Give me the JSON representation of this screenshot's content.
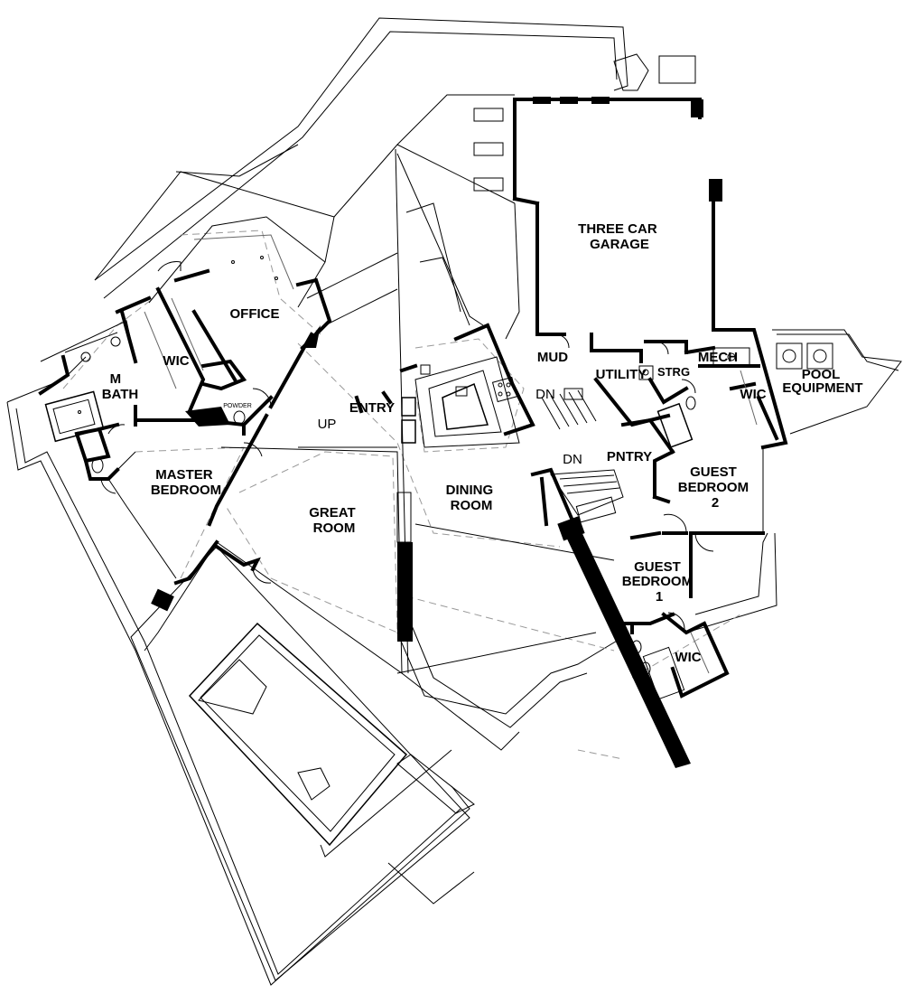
{
  "rooms": {
    "three_car_garage": [
      "THREE CAR",
      "GARAGE"
    ],
    "office": "OFFICE",
    "wic_master": "WIC",
    "m_bath": [
      "M",
      "BATH"
    ],
    "powder": "POWDER",
    "master_bedroom": [
      "MASTER",
      "BEDROOM"
    ],
    "entry": "ENTRY",
    "up": "UP",
    "great_room": [
      "GREAT",
      "ROOM"
    ],
    "dining_room": [
      "DINING",
      "ROOM"
    ],
    "mud": "MUD",
    "utility": "UTILITY",
    "strg": "STRG",
    "mech": "MECH",
    "pool_equipment": [
      "POOL",
      "EQUIPMENT"
    ],
    "wic_guest2": "WIC",
    "dn_1": "DN",
    "dn_2": "DN",
    "pntry": "PNTRY",
    "guest_bedroom_2": [
      "GUEST",
      "BEDROOM",
      "2"
    ],
    "guest_bedroom_1": [
      "GUEST",
      "BEDROOM",
      "1"
    ],
    "wic_guest1": "WIC"
  }
}
